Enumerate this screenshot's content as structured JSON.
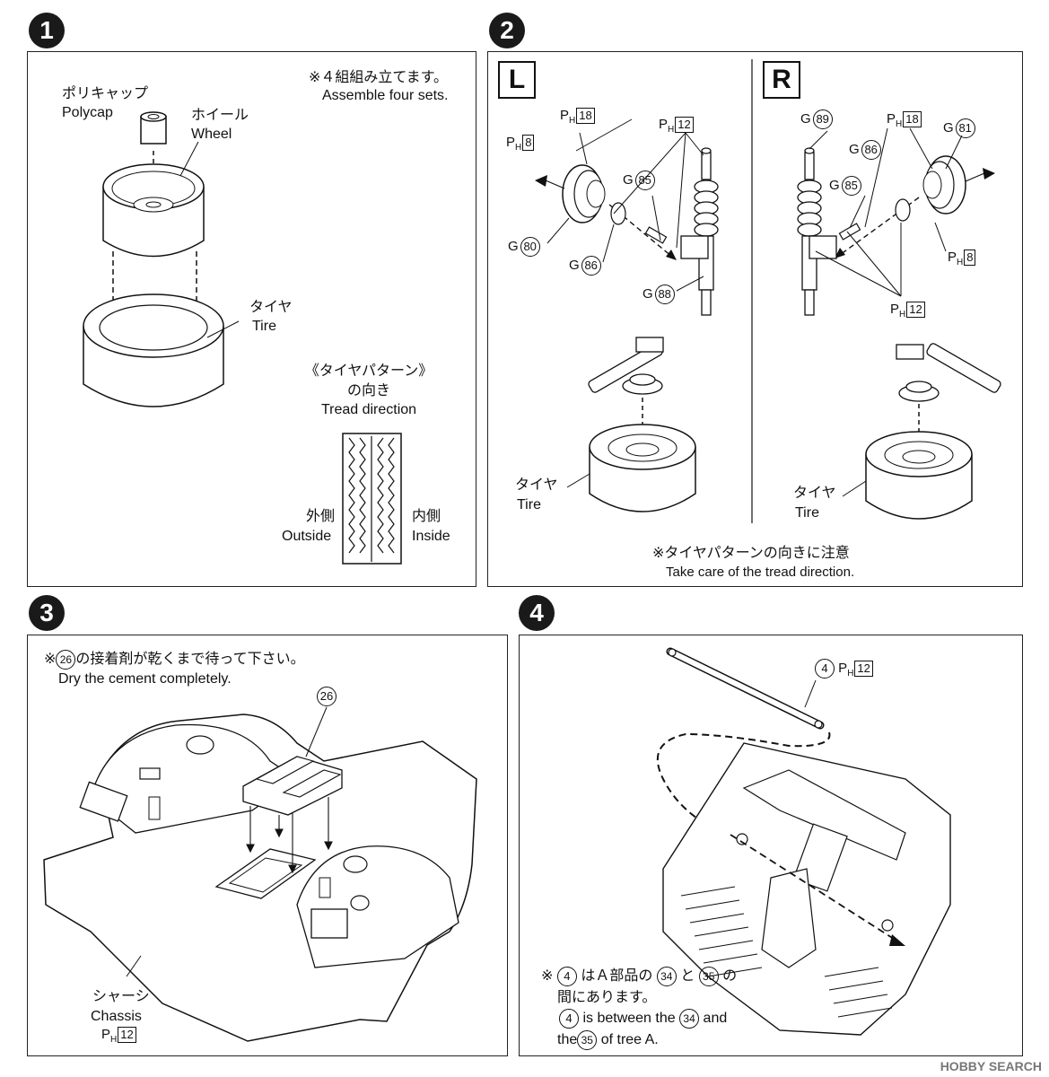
{
  "steps": {
    "s1": {
      "num": "1",
      "note_jp": "※４組組み立てます。",
      "note_en": "Assemble four sets.",
      "polycap_jp": "ポリキャップ",
      "polycap_en": "Polycap",
      "wheel_jp": "ホイール",
      "wheel_en": "Wheel",
      "tire_jp": "タイヤ",
      "tire_en": "Tire",
      "tread_jp1": "《タイヤパターン》",
      "tread_jp2": "の向き",
      "tread_en": "Tread direction",
      "outside_jp": "外側",
      "outside_en": "Outside",
      "inside_jp": "内側",
      "inside_en": "Inside"
    },
    "s2": {
      "num": "2",
      "left_label": "L",
      "right_label": "R",
      "tire_jp": "タイヤ",
      "tire_en": "Tire",
      "note_jp": "※タイヤパターンの向きに注意",
      "note_en": "Take care of the tread direction.",
      "parts": {
        "ph18": "18",
        "ph12": "12",
        "ph8": "8",
        "g85": "85",
        "g80": "80",
        "g86": "86",
        "g88": "88",
        "g89": "89",
        "g81": "81",
        "ph_letter": "P",
        "ph_sub": "H",
        "g_letter": "G"
      }
    },
    "s3": {
      "num": "3",
      "note_pre": "※",
      "note_part": "26",
      "note_jp": "の接着剤が乾くまで待って下さい。",
      "note_en": "Dry the cement completely.",
      "part26": "26",
      "chassis_jp": "シャーシ",
      "chassis_en": "Chassis",
      "ph12": "12"
    },
    "s4": {
      "num": "4",
      "part": "4",
      "ph12": "12",
      "note_pre": "※",
      "note_p1": "4",
      "note_jp1": "はＡ部品の",
      "note_p2": "34",
      "note_jp2": "と",
      "note_p3": "35",
      "note_jp3": "の",
      "note_jp4": "間にあります。",
      "note_en1": "is between the",
      "note_en2": "and",
      "note_en3": "the",
      "note_en4": "of tree A."
    }
  },
  "watermark": "HOBBY SEARCH"
}
